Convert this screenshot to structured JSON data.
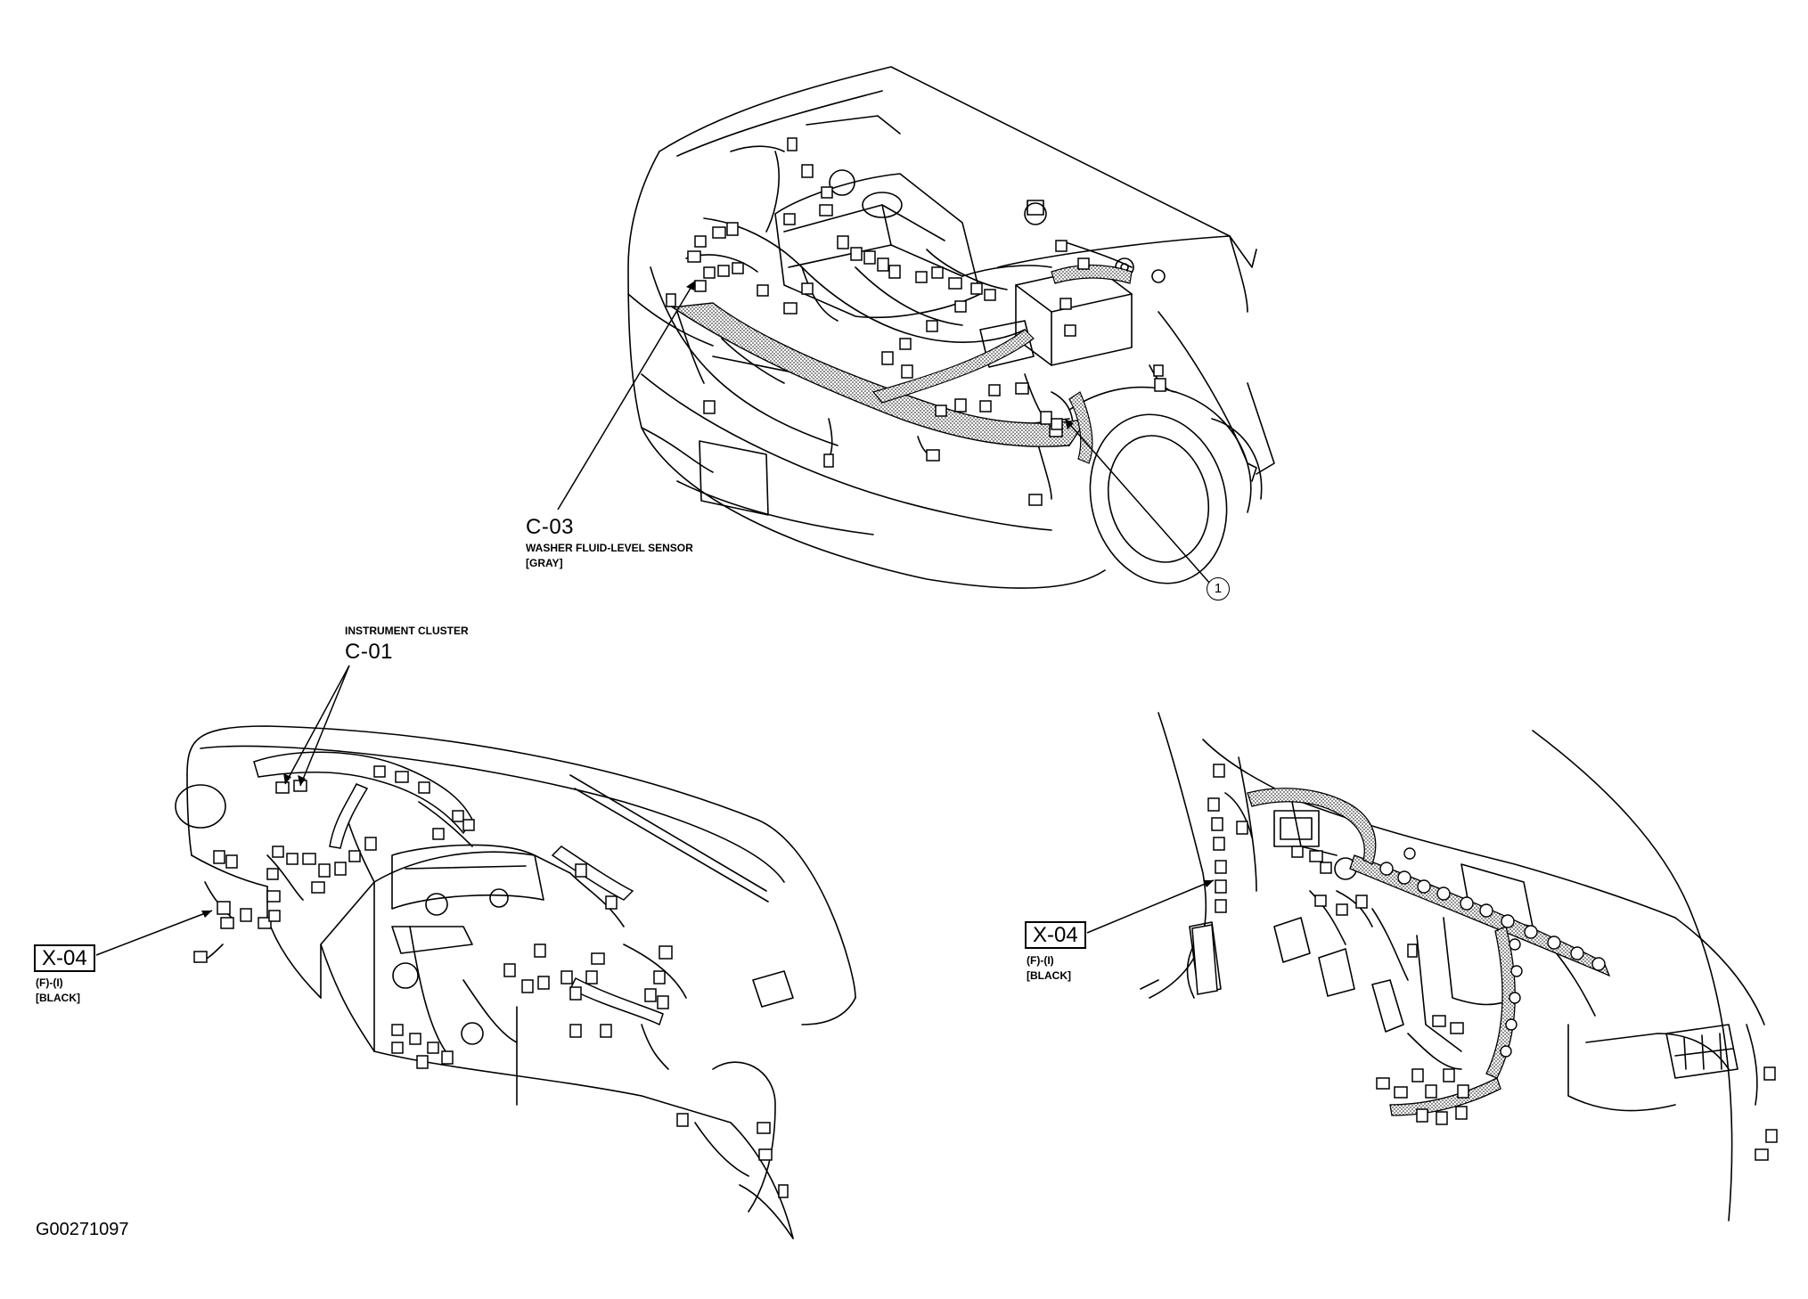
{
  "figure_id": "G00271097",
  "engine_bay": {
    "label_c03": {
      "code": "C-03",
      "name": "WASHER FLUID-LEVEL SENSOR",
      "color": "[GRAY]"
    },
    "callout_1": "1"
  },
  "dashboard_left": {
    "label_c01": {
      "name": "INSTRUMENT CLUSTER",
      "code": "C-01"
    },
    "label_x04": {
      "code": "X-04",
      "position": "(F)-(I)",
      "color": "[BLACK]"
    }
  },
  "dashboard_right": {
    "label_x04": {
      "code": "X-04",
      "position": "(F)-(I)",
      "color": "[BLACK]"
    }
  },
  "colors": {
    "ink": "#000000",
    "paper": "#ffffff",
    "harness_fill": "#b8b8b8"
  }
}
